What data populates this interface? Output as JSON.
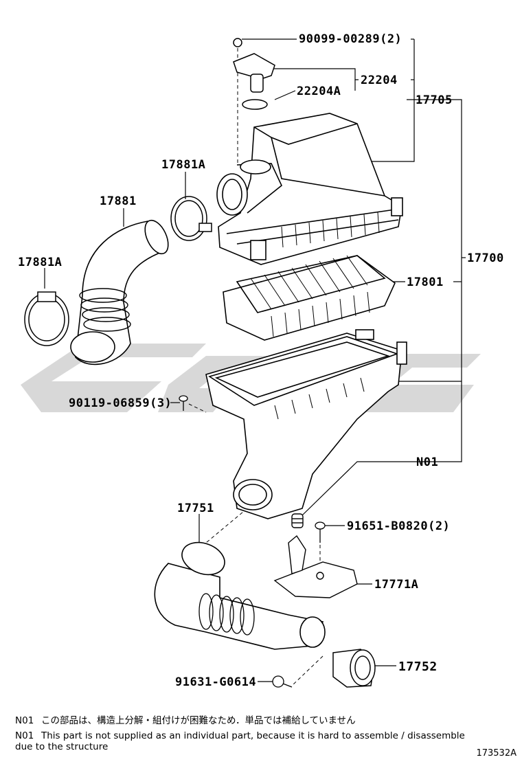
{
  "labels": {
    "p90099": "90099-00289(2)",
    "p22204": "22204",
    "p22204a": "22204A",
    "p17705": "17705",
    "p17881a_top": "17881A",
    "p17881": "17881",
    "p17881a_left": "17881A",
    "p17700": "17700",
    "p17801": "17801",
    "p90119": "90119-06859(3)",
    "pN01": "N01",
    "p17751": "17751",
    "p91651": "91651-B0820(2)",
    "p17771a": "17771A",
    "p17752": "17752",
    "p91631": "91631-G0614"
  },
  "notes": {
    "jp_code": "N01",
    "jp_text": "この部品は、構造上分解・組付けが困難なため．単品では補給していません",
    "en_code": "N01",
    "en_text": "This part is not supplied as an individual part, because it is hard to assemble / disassemble",
    "en_text2": "due to the structure"
  },
  "reference": "173532A"
}
